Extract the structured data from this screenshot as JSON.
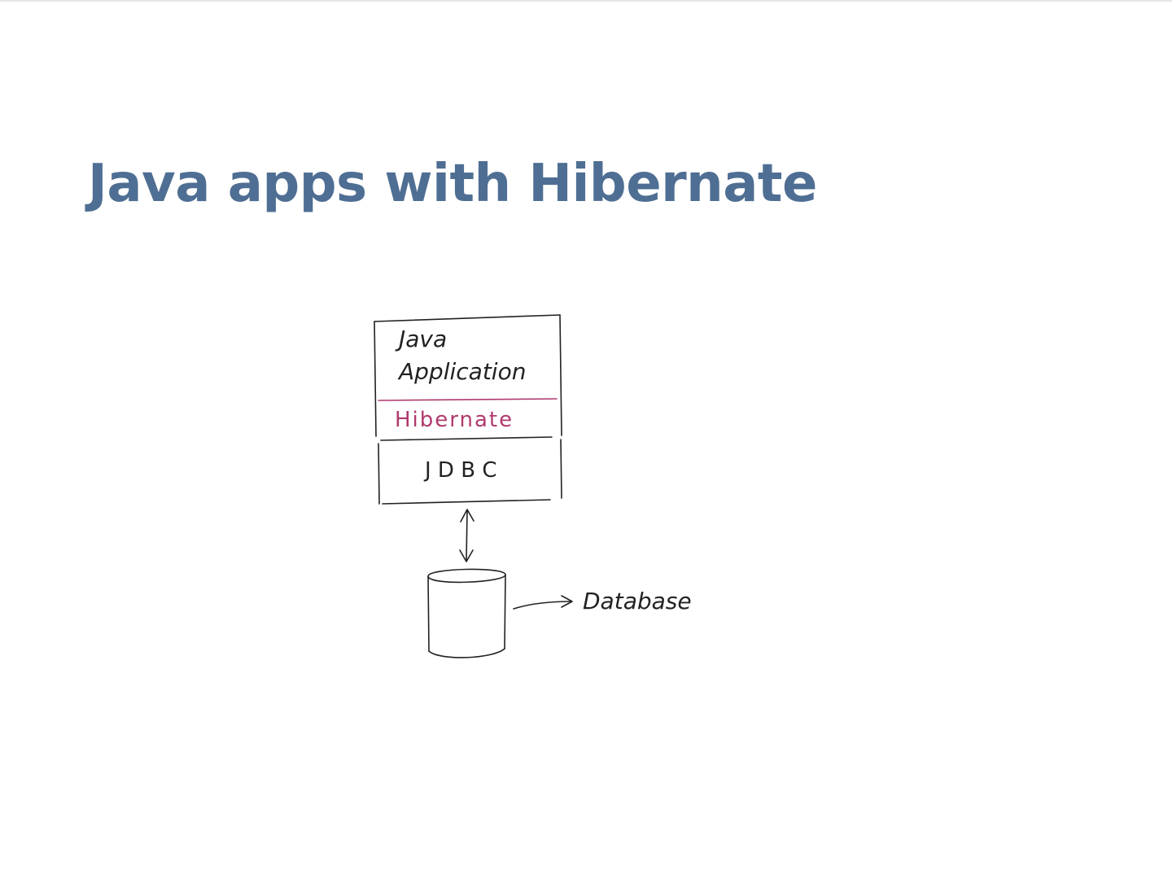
{
  "slide": {
    "title": "Java apps with Hibernate"
  },
  "diagram": {
    "layers": {
      "app_line1": "Java",
      "app_line2": "Application",
      "hibernate": "Hibernate",
      "jdbc": "J D B C"
    },
    "database_label": "Database"
  },
  "colors": {
    "title": "#4f6e93",
    "ink": "#222222",
    "hibernate": "#b03a6e"
  }
}
